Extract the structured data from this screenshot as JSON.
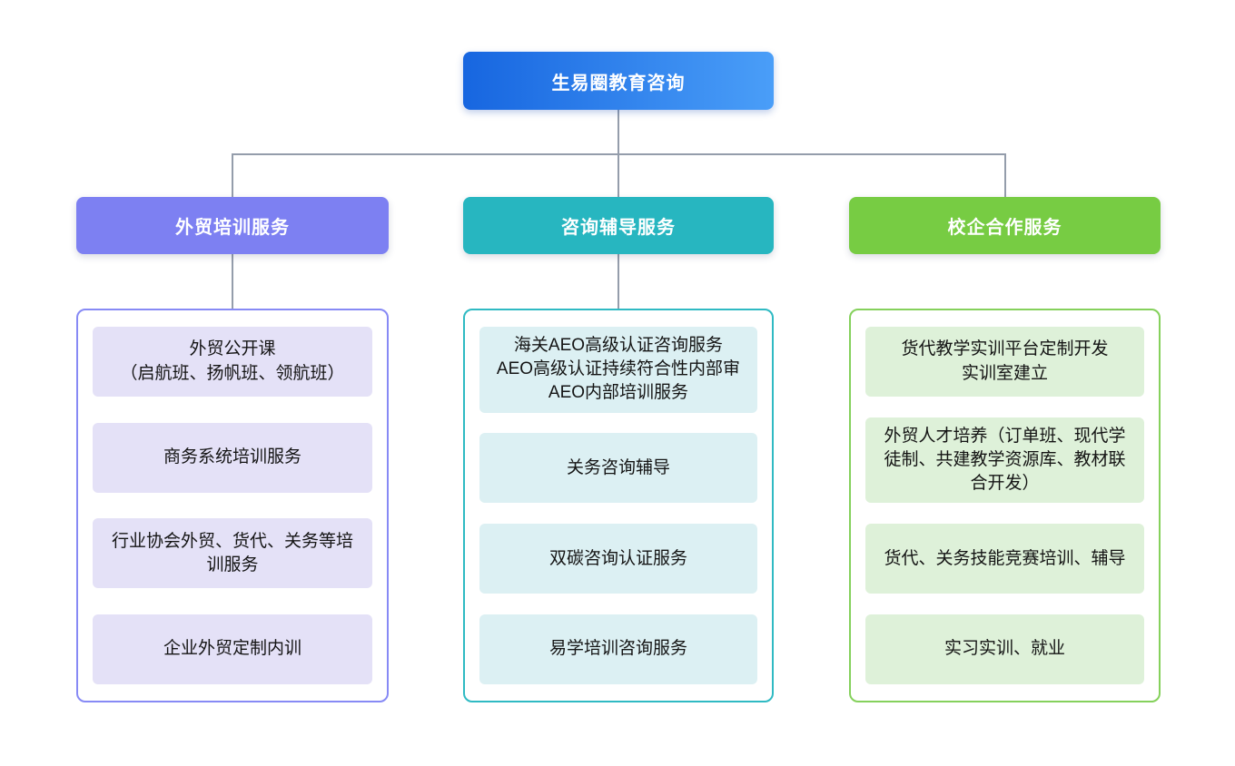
{
  "root": {
    "label": "生易圈教育咨询",
    "colors": {
      "gradient_start": "#1766e0",
      "gradient_end": "#4a9ef8"
    }
  },
  "connector_color": "#949dab",
  "branches": [
    {
      "label": "外贸培训服务",
      "colors": {
        "header": "#7d80f2",
        "border": "#878af5",
        "item_bg": "#e4e1f7"
      },
      "items": [
        "外贸公开课\n（启航班、扬帆班、领航班）",
        "商务系统培训服务",
        "行业协会外贸、货代、关务等培训服务",
        "企业外贸定制内训"
      ]
    },
    {
      "label": "咨询辅导服务",
      "colors": {
        "header": "#27b6c0",
        "border": "#2fbac3",
        "item_bg": "#dcf0f3"
      },
      "items": [
        "海关AEO高级认证咨询服务\nAEO高级认证持续符合性内部审\nAEO内部培训服务",
        "关务咨询辅导",
        "双碳咨询认证服务",
        "易学培训咨询服务"
      ]
    },
    {
      "label": "校企合作服务",
      "colors": {
        "header": "#77cc43",
        "border": "#85d15c",
        "item_bg": "#def1d9"
      },
      "items": [
        "货代教学实训平台定制开发\n实训室建立",
        "外贸人才培养（订单班、现代学徒制、共建教学资源库、教材联合开发）",
        "货代、关务技能竞赛培训、辅导",
        "实习实训、就业"
      ]
    }
  ]
}
